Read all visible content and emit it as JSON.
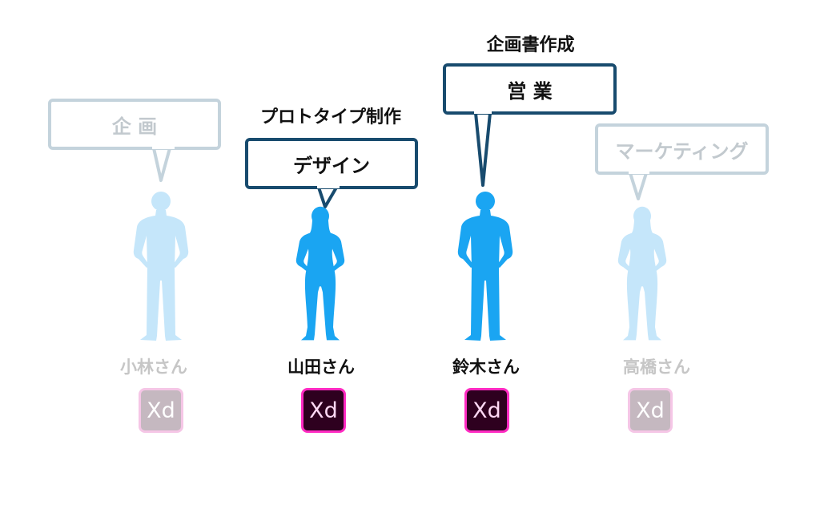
{
  "colors": {
    "person_active": "#1aa5f2",
    "person_inactive": "#c5e6fa",
    "bubble_border_active": "#184b6e",
    "bubble_border_inactive": "#c4d3dc",
    "xd_bg_active": "#2e001f",
    "xd_border": "#ff2bc2"
  },
  "people": [
    {
      "name": "小林さん",
      "active": false,
      "figure": "male-figure",
      "bubble_label": "企 画",
      "caption": "",
      "app_icon": "Xd"
    },
    {
      "name": "山田さん",
      "active": true,
      "figure": "female-figure",
      "bubble_label": "デザイン",
      "caption": "プロトタイプ制作",
      "app_icon": "Xd"
    },
    {
      "name": "鈴木さん",
      "active": true,
      "figure": "male-figure",
      "bubble_label": "営 業",
      "caption": "企画書作成",
      "app_icon": "Xd"
    },
    {
      "name": "高橋さん",
      "active": false,
      "figure": "female-figure",
      "bubble_label": "マーケティング",
      "caption": "",
      "app_icon": "Xd"
    }
  ]
}
